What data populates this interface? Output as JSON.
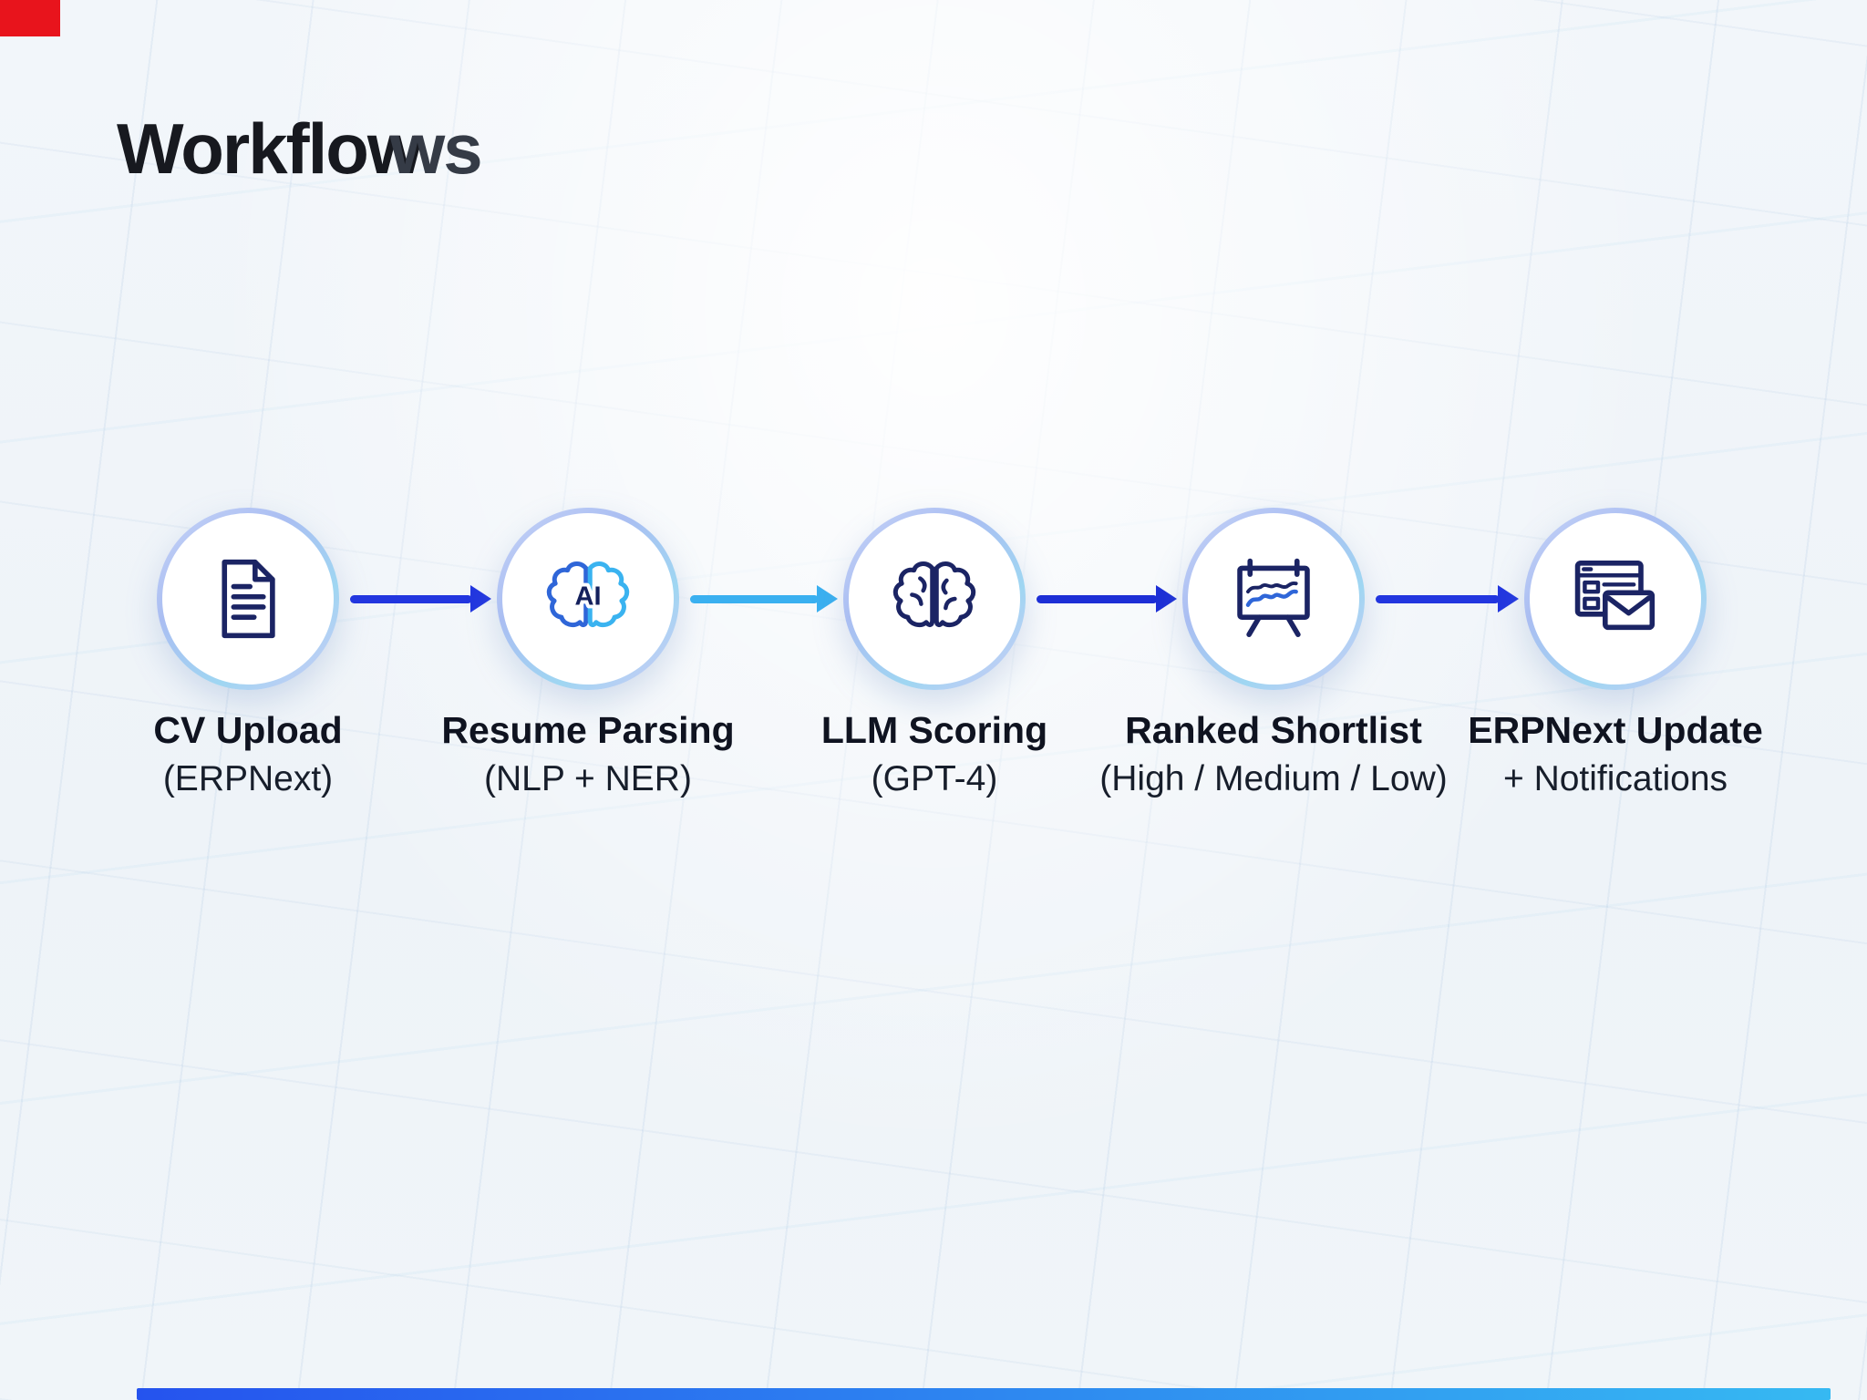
{
  "page": {
    "title": "Workflow",
    "title_overlap": "ws"
  },
  "colors": {
    "corner_accent": "#e8141c",
    "bottom_bar_start": "#2553ee",
    "bottom_bar_end": "#36b9f2",
    "circle_ring": "#aabef2",
    "icon_navy": "#1b2464",
    "icon_blue": "#2f66d8",
    "icon_cyan": "#3ab3f0",
    "label_text": "#0f1320"
  },
  "steps": [
    {
      "label": "CV Upload",
      "sublabel": "(ERPNext)",
      "icon": "document-icon"
    },
    {
      "label": "Resume Parsing",
      "sublabel": "(NLP + NER)",
      "icon": "ai-brain-icon"
    },
    {
      "label": "LLM Scoring",
      "sublabel": "(GPT-4)",
      "icon": "brain-icon"
    },
    {
      "label": "Ranked Shortlist",
      "sublabel": "(High / Medium / Low)",
      "icon": "whiteboard-chart-icon"
    },
    {
      "label": "ERPNext Update",
      "sublabel": "+ Notifications",
      "icon": "browser-mail-icon"
    }
  ],
  "arrows": [
    {
      "color": "#2236df"
    },
    {
      "color": "#3ab0f0"
    },
    {
      "color": "#1d2fd6"
    },
    {
      "color": "#2236df"
    }
  ]
}
